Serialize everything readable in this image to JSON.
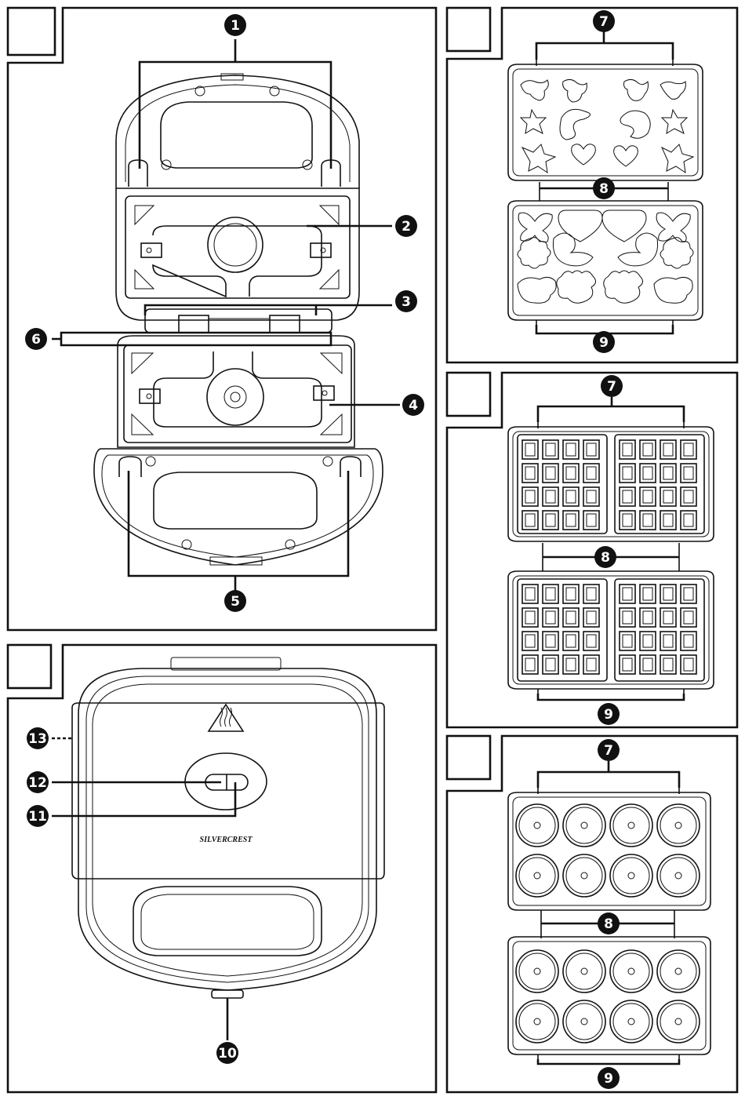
{
  "callouts": {
    "c1": "1",
    "c2": "2",
    "c3": "3",
    "c4": "4",
    "c5": "5",
    "c6": "6",
    "tray_a_7": "7",
    "tray_a_8": "8",
    "tray_a_9": "9",
    "tray_b_7": "7",
    "tray_b_8": "8",
    "tray_b_9": "9",
    "tray_c_7": "7",
    "tray_c_8": "8",
    "tray_c_9": "9",
    "c10": "10",
    "c11": "11",
    "c12": "12",
    "c13": "13"
  },
  "brand_logo": "SILVERCREST",
  "icons": {
    "hot_surface": "hot-surface-warning-icon"
  },
  "colors": {
    "line": "#111111",
    "background": "#ffffff"
  }
}
